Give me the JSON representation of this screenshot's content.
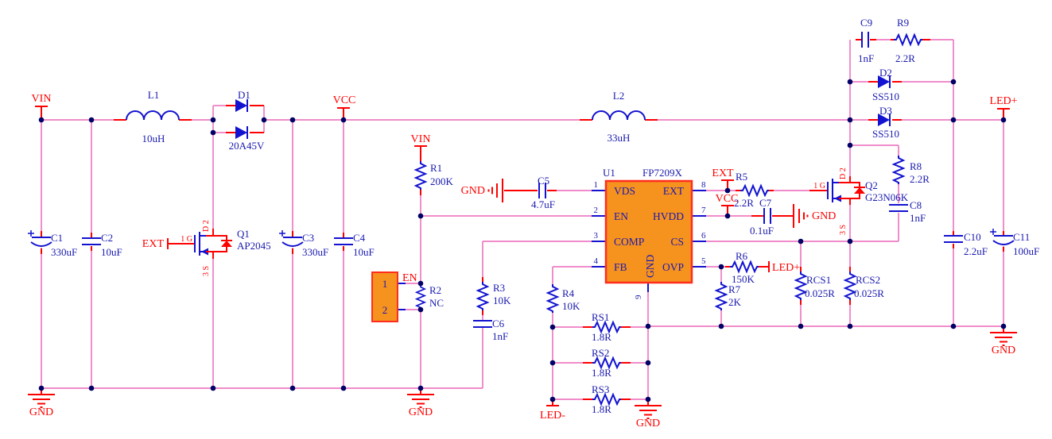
{
  "title": "FP7209X LED driver schematic",
  "colors": {
    "wire": "#ee7cc2",
    "pin_stub": "#ff0000",
    "symbol_blue": "#1212d0",
    "label_blue": "#1a1ab0",
    "net_red": "#ff0000",
    "junction": "#000066",
    "ic_fill": "#f6921e",
    "ic_border": "#ff2d1e",
    "background": "#ffffff"
  },
  "nets": {
    "vin": "VIN",
    "vcc": "VCC",
    "gnd": "GND",
    "ext": "EXT",
    "en": "EN",
    "led_plus": "LED+",
    "led_minus": "LED-"
  },
  "ic": {
    "ref": "U1",
    "part": "FP7209X",
    "pins": {
      "p1": "VDS",
      "p2": "EN",
      "p3": "COMP",
      "p4": "FB",
      "p5": "OVP",
      "p6": "CS",
      "p7": "HVDD",
      "p8": "EXT",
      "p9": "GND"
    },
    "nums": {
      "n1": "1",
      "n2": "2",
      "n3": "3",
      "n4": "4",
      "n5": "5",
      "n6": "6",
      "n7": "7",
      "n8": "8",
      "n9": "9"
    }
  },
  "connector": {
    "pin1": "1",
    "pin2": "2"
  },
  "mosfet": {
    "gate": "1 G",
    "drain": "D 2",
    "source": "3 S"
  },
  "components": {
    "L1": {
      "ref": "L1",
      "value": "10uH"
    },
    "L2": {
      "ref": "L2",
      "value": "33uH"
    },
    "D1": {
      "ref": "D1",
      "value": "20A45V"
    },
    "D2": {
      "ref": "D2",
      "value": "SS510"
    },
    "D3": {
      "ref": "D3",
      "value": "SS510"
    },
    "C1": {
      "ref": "C1",
      "value": "330uF"
    },
    "C2": {
      "ref": "C2",
      "value": "10uF"
    },
    "C3": {
      "ref": "C3",
      "value": "330uF"
    },
    "C4": {
      "ref": "C4",
      "value": "10uF"
    },
    "C5": {
      "ref": "C5",
      "value": "4.7uF"
    },
    "C6": {
      "ref": "C6",
      "value": "1nF"
    },
    "C7": {
      "ref": "C7",
      "value": "0.1uF"
    },
    "C8": {
      "ref": "C8",
      "value": "1nF"
    },
    "C9": {
      "ref": "C9",
      "value": "1nF"
    },
    "C10": {
      "ref": "C10",
      "value": "2.2uF"
    },
    "C11": {
      "ref": "C11",
      "value": "100uF"
    },
    "R1": {
      "ref": "R1",
      "value": "200K"
    },
    "R2": {
      "ref": "R2",
      "value": "NC"
    },
    "R3": {
      "ref": "R3",
      "value": "10K"
    },
    "R4": {
      "ref": "R4",
      "value": "10K"
    },
    "R5": {
      "ref": "R5",
      "value": "2.2R"
    },
    "R6": {
      "ref": "R6",
      "value": "150K"
    },
    "R7": {
      "ref": "R7",
      "value": "2K"
    },
    "R8": {
      "ref": "R8",
      "value": "2.2R"
    },
    "R9": {
      "ref": "R9",
      "value": "2.2R"
    },
    "RS1": {
      "ref": "RS1",
      "value": "1.8R"
    },
    "RS2": {
      "ref": "RS2",
      "value": "1.8R"
    },
    "RS3": {
      "ref": "RS3",
      "value": "1.8R"
    },
    "RCS1": {
      "ref": "RCS1",
      "value": "0.025R"
    },
    "RCS2": {
      "ref": "RCS2",
      "value": "0.025R"
    },
    "Q1": {
      "ref": "Q1",
      "value": "AP2045"
    },
    "Q2": {
      "ref": "Q2",
      "value": "G23N06K"
    }
  }
}
